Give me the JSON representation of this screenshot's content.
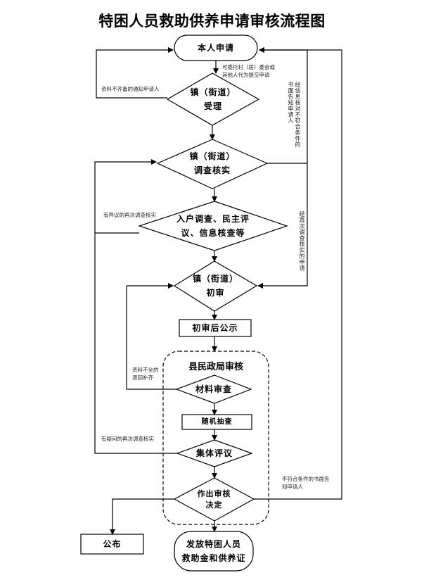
{
  "title": "特困人员救助供养申请审核流程图",
  "nodes": {
    "apply": {
      "line1": "本人申请"
    },
    "accept": {
      "line1": "镇（街道）",
      "line2": "受理"
    },
    "investigate": {
      "line1": "镇（街道）",
      "line2": "调查核实"
    },
    "survey": {
      "line1": "入户调查、民主评",
      "line2": "议、信息核查等"
    },
    "prelim": {
      "line1": "镇（街道）",
      "line2": "初审"
    },
    "publicize": {
      "line1": "初审后公示"
    },
    "group_title": "县民政局审核",
    "material": {
      "line1": "材料审查"
    },
    "random": {
      "line1": "随机抽查"
    },
    "collective": {
      "line1": "集体评议"
    },
    "decision": {
      "line1": "作出审核",
      "line2": "决定"
    },
    "publish": {
      "line1": "公布"
    },
    "issue": {
      "line1": "发放特困人员",
      "line2": "救助金和供养证"
    }
  },
  "notes": {
    "proxy": {
      "line1": "可委托村（居）委会或",
      "line2": "其他人代为提交申请"
    },
    "incomplete_notify": "资料不齐备的通知申请人",
    "info_check_reject_col1": "经信息核对不符合条",
    "info_check_reject_col2": "件的书面告知申请人",
    "objection_recheck": "有异议的再次调查核实",
    "recheck_confirmed": "经再次调查核实的申请",
    "incomplete_return": {
      "line1": "资料不全的",
      "line2": "退回补齐"
    },
    "doubt_recheck": "有疑问的再次调查核实",
    "reject_notice": {
      "line1": "不符合条件的书面告",
      "line2": "知申请人"
    }
  }
}
